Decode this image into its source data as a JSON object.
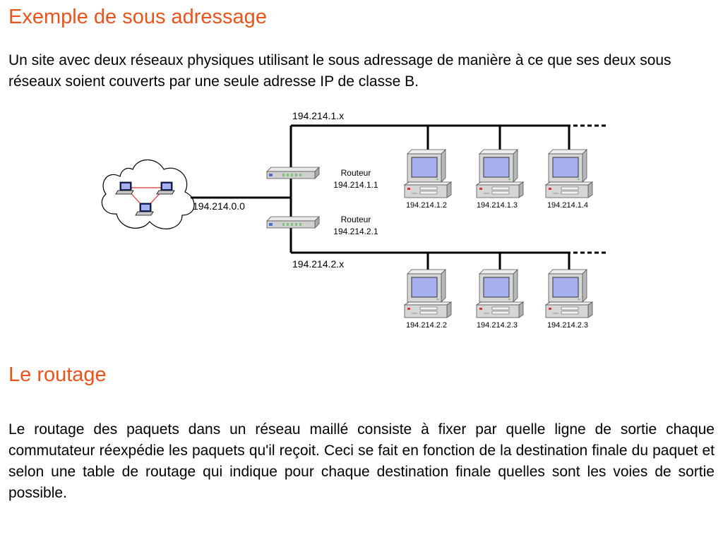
{
  "section1": {
    "title": "Exemple de sous adressage",
    "intro": "Un site avec deux réseaux physiques utilisant le sous adressage de manière à ce que ses deux sous réseaux soient couverts par une seule adresse IP de classe B."
  },
  "diagram": {
    "cloud_network": "194.214.0.0",
    "subnet1": {
      "label": "194.214.1.x",
      "router_name": "Routeur",
      "router_ip": "194.214.1.1",
      "hosts": [
        "194.214.1.2",
        "194.214.1.3",
        "194.214.1.4"
      ]
    },
    "subnet2": {
      "label": "194.214.2.x",
      "router_name": "Routeur",
      "router_ip": "194.214.2.1",
      "hosts": [
        "194.214.2.2",
        "194.214.2.3",
        "194.214.2.3"
      ]
    },
    "colors": {
      "screen": "#a7b0ee",
      "case": "#d6d6d6",
      "router": "#d0d0d0",
      "router_led": "#7ec27e",
      "mesh_link": "#e03030"
    }
  },
  "section2": {
    "title": "Le routage",
    "body": "Le routage des paquets dans un réseau maillé consiste à fixer par quelle ligne de sortie chaque commutateur réexpédie les paquets qu'il reçoit. Ceci se fait en fonction de la destination finale du paquet et selon une table de routage qui indique pour chaque destination finale quelles sont les voies de sortie possible."
  }
}
